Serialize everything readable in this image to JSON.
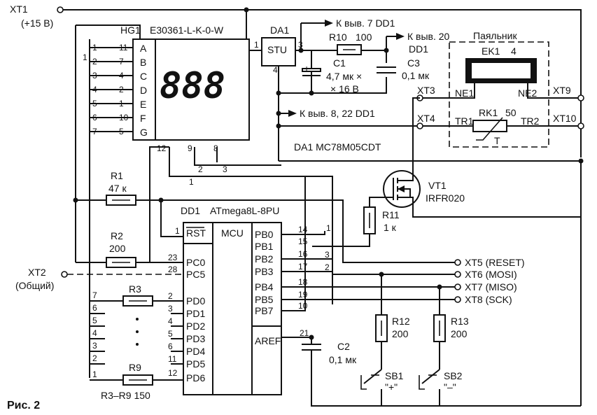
{
  "terminals": {
    "xt1": "XT1",
    "xt1_note": "(+15 В)",
    "xt2": "XT2",
    "xt2_note": "(Общий)",
    "xt3": "XT3",
    "xt4": "XT4",
    "xt5": "XT5 (RESET)",
    "xt6": "XT6 (MOSI)",
    "xt7": "XT7 (MISO)",
    "xt8": "XT8 (SCK)",
    "xt9": "XT9",
    "xt10": "XT10"
  },
  "notes": {
    "to_pin7": "К выв. 7 DD1",
    "to_pin20": "К выв. 20",
    "to_pin20_b": "DD1",
    "to_pin8_22": "К выв. 8, 22 DD1"
  },
  "display": {
    "ref": "HG1",
    "part": "E30361-L-K-0-W",
    "digits": "888",
    "segments": [
      "A",
      "B",
      "C",
      "D",
      "E",
      "F",
      "G"
    ],
    "seg_pins": [
      "11",
      "7",
      "4",
      "2",
      "1",
      "10",
      "5"
    ],
    "left_pins": [
      "1",
      "2",
      "3",
      "4",
      "5",
      "6",
      "7"
    ],
    "bottom_pins": [
      "12",
      "9",
      "8"
    ],
    "under_pins": [
      "1",
      "2",
      "3"
    ]
  },
  "regulator": {
    "ref": "DA1",
    "label": "STU",
    "pin_in": "1",
    "pin_out": "3",
    "pin_gnd": "4",
    "part_line": "DA1  MC78M05CDT"
  },
  "r10": {
    "ref": "R10",
    "value": "100"
  },
  "c1": {
    "ref": "C1",
    "value": "4,7 мк ×",
    "value2": "× 16 В",
    "plus": "+"
  },
  "c3": {
    "ref": "C3",
    "value": "0,1 мк"
  },
  "heater": {
    "title": "Паяльник",
    "ek1": "EK1",
    "ek1_value": "4",
    "ne1": "NE1",
    "ne2": "NE2",
    "tr1": "TR1",
    "tr2": "TR2",
    "rk1": "RK1",
    "rk1_value": "50",
    "t": "T"
  },
  "vt1": {
    "ref": "VT1",
    "part": "IRFR020"
  },
  "r1": {
    "ref": "R1",
    "value": "47 к"
  },
  "r2": {
    "ref": "R2",
    "value": "200"
  },
  "r3": {
    "ref": "R3"
  },
  "r9": {
    "ref": "R9"
  },
  "r3r9": "R3–R9  150",
  "r11": {
    "ref": "R11",
    "value": "1 к"
  },
  "r12": {
    "ref": "R12",
    "value": "200"
  },
  "r13": {
    "ref": "R13",
    "value": "200"
  },
  "c2": {
    "ref": "C2",
    "value": "0,1 мк"
  },
  "sb1": {
    "ref": "SB1",
    "label": "\"+\""
  },
  "sb2": {
    "ref": "SB2",
    "label": "\"–\""
  },
  "mcu": {
    "ref": "DD1",
    "part": "ATmega8L-8PU",
    "core": "MCU",
    "rst": "RST",
    "rst_pin": "1",
    "left_ports": [
      "PC0",
      "PC5",
      "PD0",
      "PD1",
      "PD2",
      "PD3",
      "PD4",
      "PD5",
      "PD6"
    ],
    "left_pins": [
      "23",
      "28",
      "2",
      "3",
      "4",
      "5",
      "6",
      "11",
      "12"
    ],
    "right_ports": [
      "PB0",
      "PB1",
      "PB2",
      "PB3",
      "PB4",
      "PB5",
      "PB7"
    ],
    "right_pins": [
      "14",
      "15",
      "16",
      "17",
      "18",
      "19",
      "10"
    ],
    "aref": "AREF",
    "aref_pin": "21"
  },
  "pd_wire_nums": [
    "7",
    "6",
    "5",
    "4",
    "3",
    "2",
    "1"
  ],
  "pb_wire_nums": [
    "1",
    "3",
    "2"
  ],
  "figure": "Рис. 2"
}
